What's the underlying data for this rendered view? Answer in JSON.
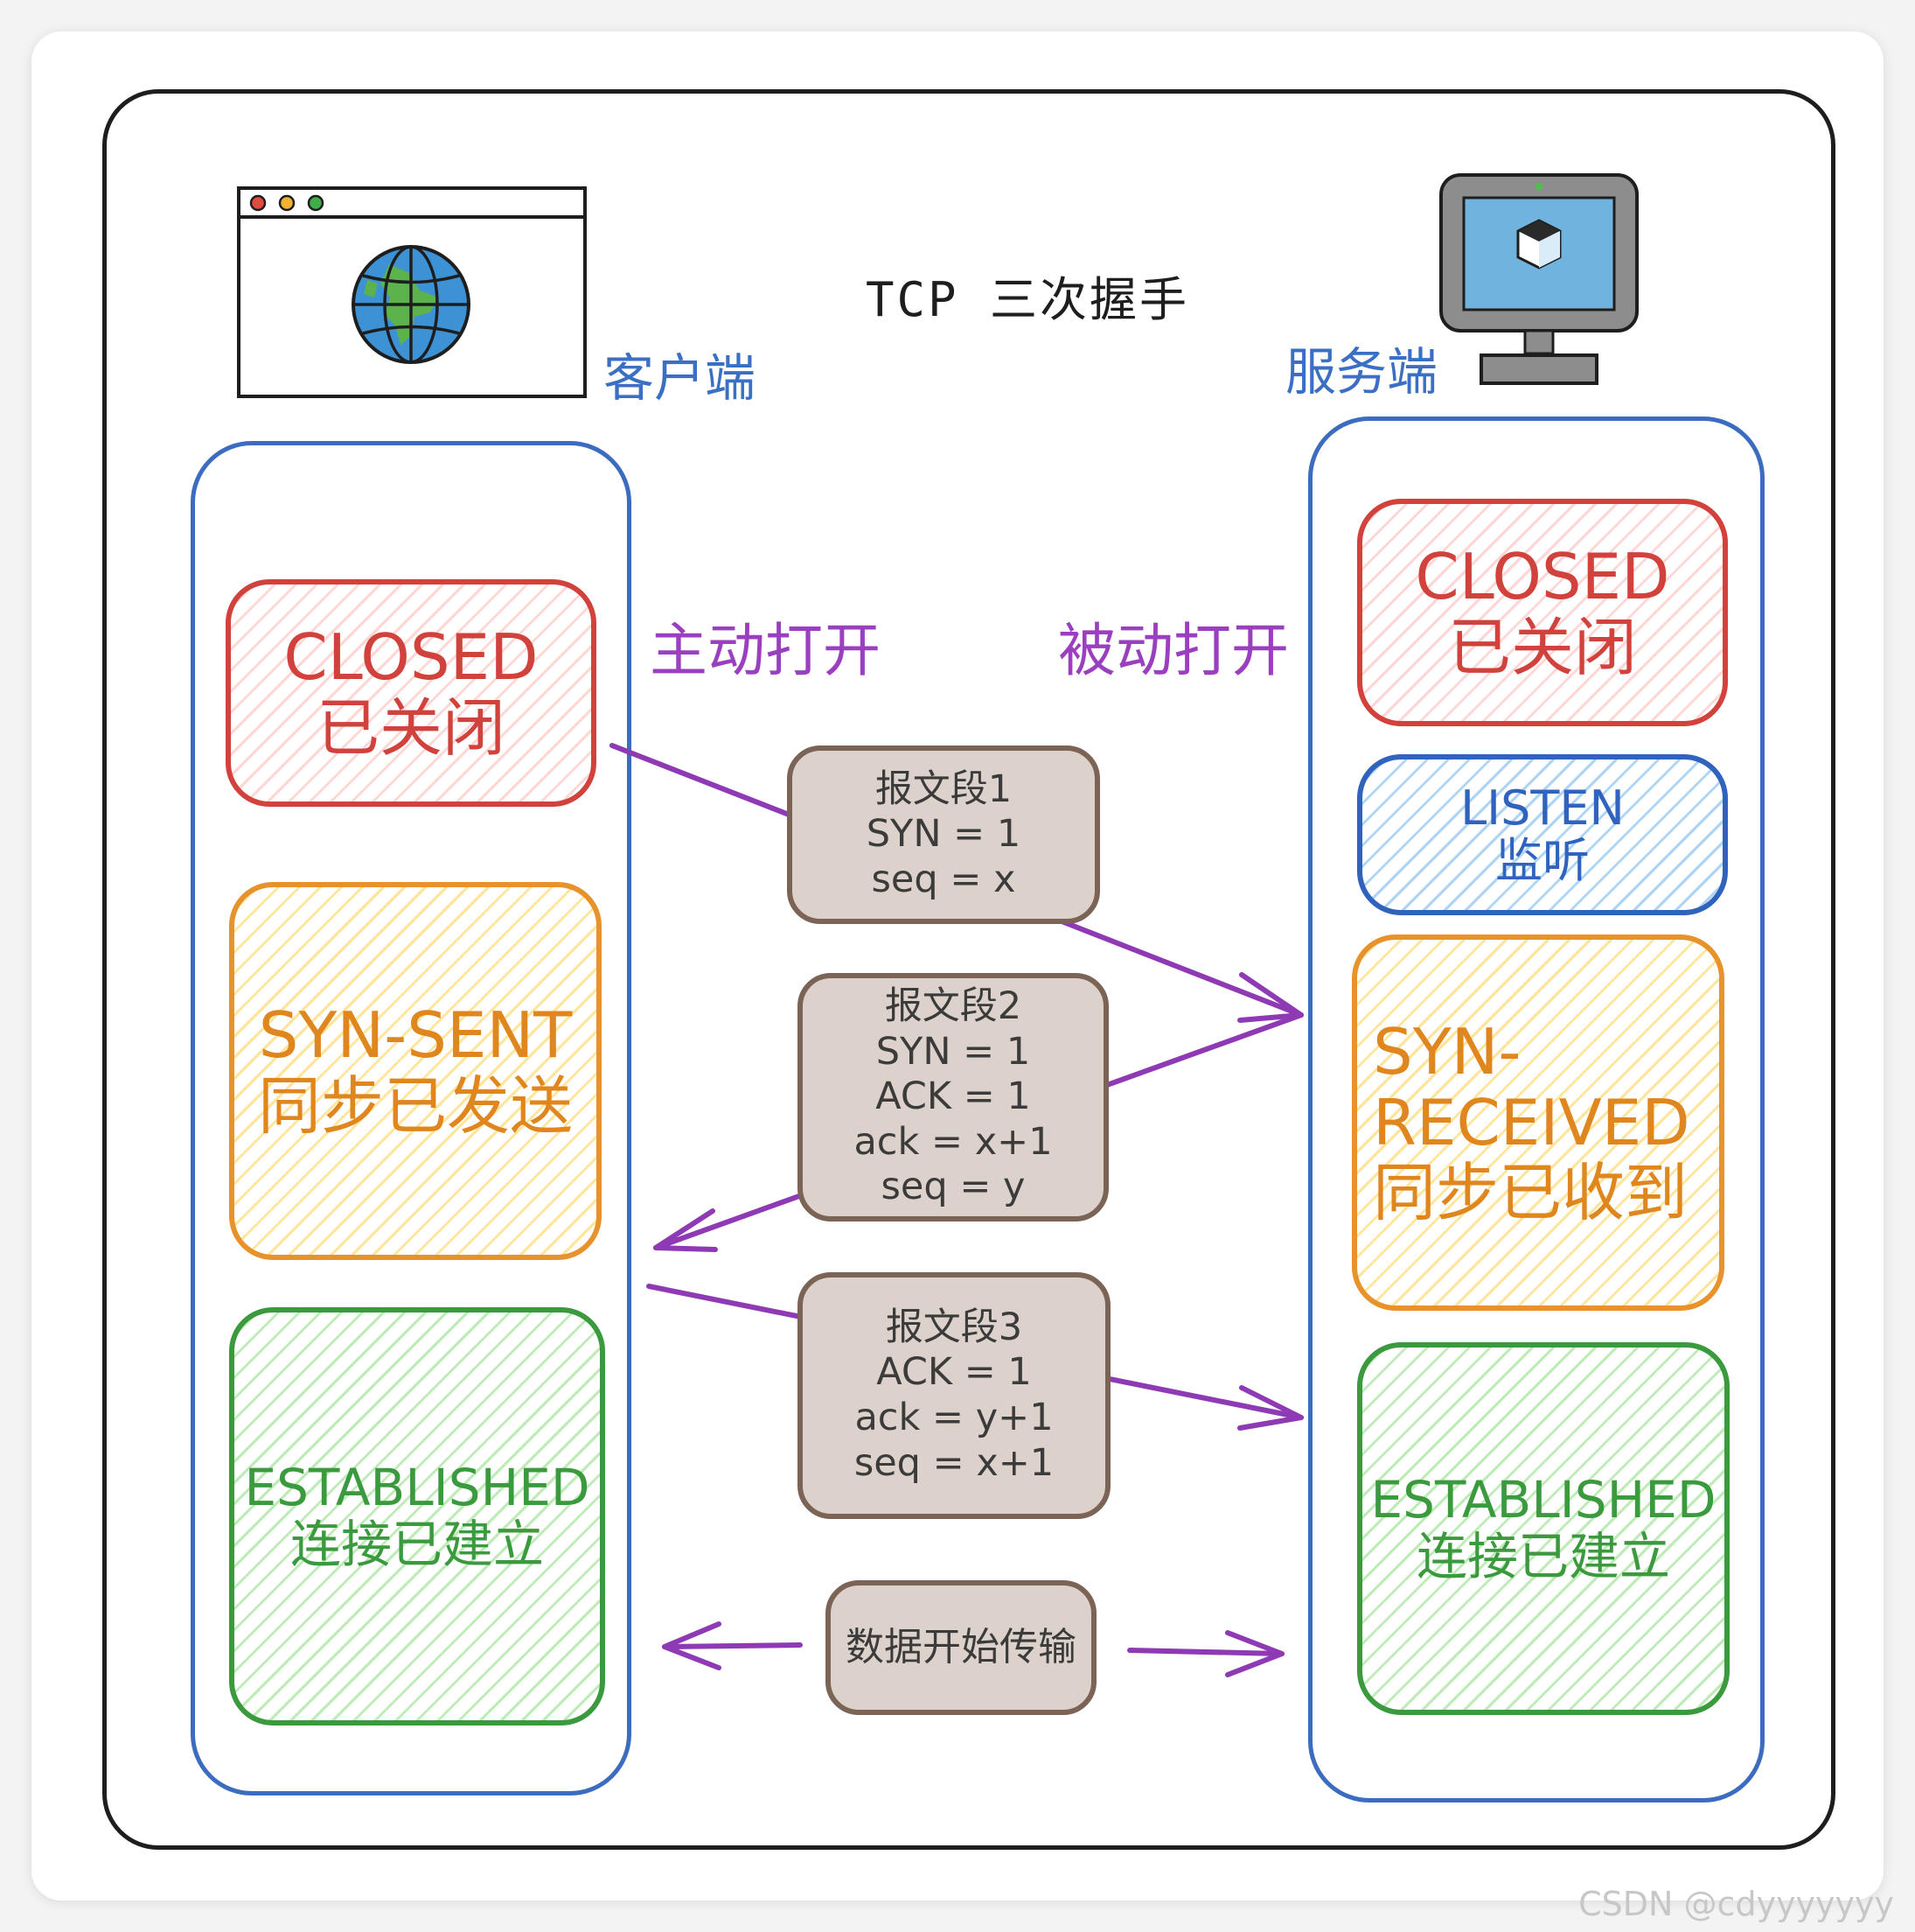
{
  "title": "TCP 三次握手",
  "client_label": "客户端",
  "server_label": "服务端",
  "active_open": "主动打开",
  "passive_open": "被动打开",
  "client_states": [
    {
      "en": "CLOSED",
      "zh": "已关闭",
      "color": "#d2423d"
    },
    {
      "en": "SYN-SENT",
      "zh": "同步已发送",
      "color": "#e0861e"
    },
    {
      "en": "ESTABLISHED",
      "zh": "连接已建立",
      "color": "#3b9a3e"
    }
  ],
  "server_states": [
    {
      "en": "CLOSED",
      "zh": "已关闭",
      "color": "#d2423d"
    },
    {
      "en": "LISTEN",
      "zh": "监听",
      "color": "#2f63bd"
    },
    {
      "en_line1": "SYN-",
      "en_line2": "RECEIVED",
      "zh": "同步已收到",
      "color": "#e0861e"
    },
    {
      "en": "ESTABLISHED",
      "zh": "连接已建立",
      "color": "#3b9a3e"
    }
  ],
  "segments": [
    {
      "lines": [
        "报文段1",
        "SYN = 1",
        "seq = x"
      ]
    },
    {
      "lines": [
        "报文段2",
        "SYN = 1",
        "ACK = 1",
        "ack = x+1",
        "seq = y"
      ]
    },
    {
      "lines": [
        "报文段3",
        "ACK = 1",
        "ack = y+1",
        "seq = x+1"
      ]
    }
  ],
  "data_transfer": "数据开始传输",
  "watermark": "CSDN @cdyyyyyyy",
  "colors": {
    "arrow": "#8e3ab5",
    "column_border": "#3b6cc0",
    "message_fill": "#ddd2cb",
    "message_border": "#7b6456"
  },
  "icons": [
    "browser-globe-icon",
    "computer-monitor-icon"
  ]
}
